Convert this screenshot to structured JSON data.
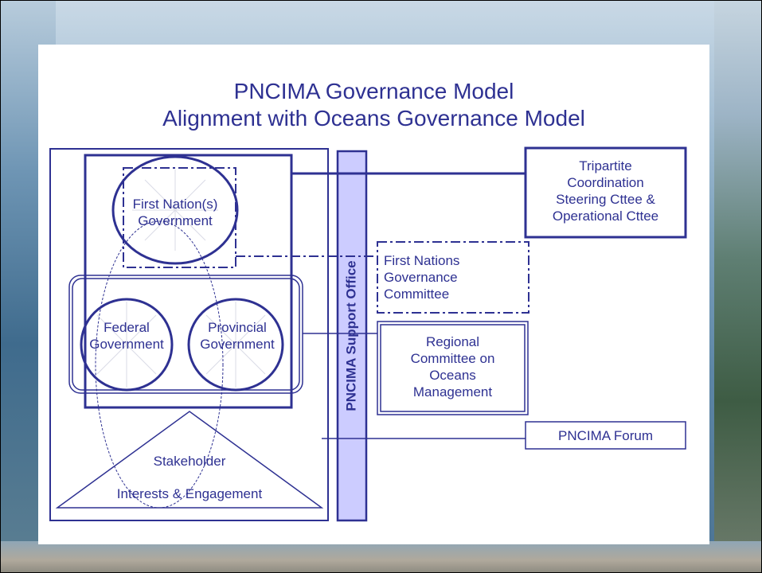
{
  "title": {
    "line1": "PNCIMA Governance Model",
    "line2": "Alignment with Oceans Governance Model"
  },
  "colors": {
    "primary": "#2e3192",
    "slide_bg": "#ffffff"
  },
  "support_office": {
    "label": "PNCIMA Support Office"
  },
  "governments": {
    "first_nations": {
      "line1": "First Nation(s)",
      "line2": "Government"
    },
    "federal": {
      "line1": "Federal",
      "line2": "Government"
    },
    "provincial": {
      "line1": "Provincial",
      "line2": "Government"
    }
  },
  "stakeholder": {
    "line1": "Stakeholder",
    "line2": "Interests & Engagement"
  },
  "committees": {
    "tripartite": {
      "line1": "Tripartite",
      "line2": "Coordination",
      "line3": "Steering Cttee &",
      "line4": "Operational Cttee"
    },
    "first_nations_governance": {
      "line1": "First Nations",
      "line2": "Governance",
      "line3": "Committee"
    },
    "regional": {
      "line1": "Regional",
      "line2": "Committee on",
      "line3": "Oceans",
      "line4": "Management"
    },
    "forum": {
      "label": "PNCIMA Forum"
    }
  }
}
